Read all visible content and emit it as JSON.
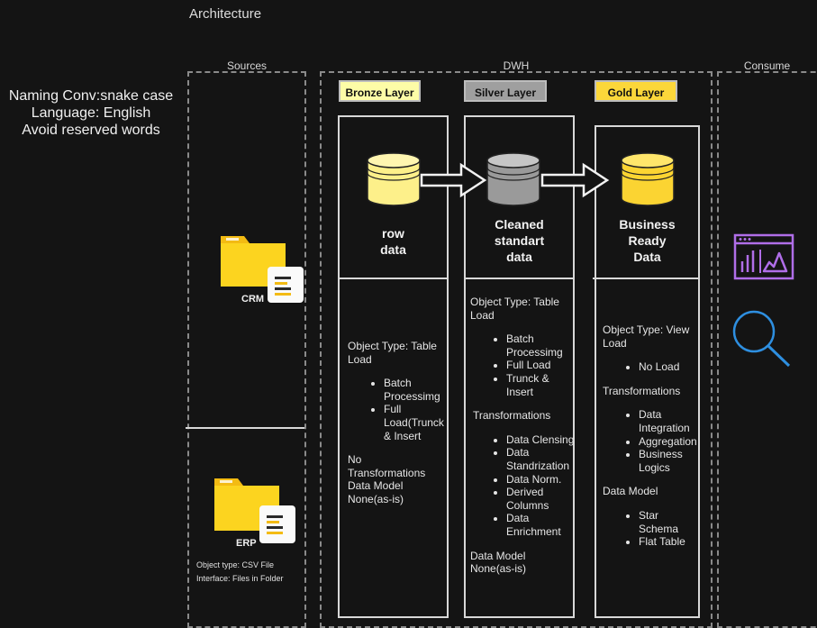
{
  "title": "Architecture",
  "naming": {
    "lines": [
      "Naming Conv:snake case",
      "Language: English",
      "Avoid reserved words"
    ]
  },
  "sections": {
    "sources": "Sources",
    "dwh": "DWH",
    "consume": "Consume"
  },
  "sources": {
    "crm_label": "CRM",
    "erp_label": "ERP",
    "object_type": "Object type: CSV File",
    "interface": "Interface: Files in Folder"
  },
  "layers": {
    "bronze": {
      "badge": "Bronze Layer",
      "color": "#fdfca7",
      "title": [
        "row",
        "data"
      ],
      "object_type": "Object Type: Table",
      "load_label": "Load",
      "load_items": [
        "Batch Processimg",
        "Full Load(Trunck & Insert"
      ],
      "transformations": [
        "No",
        "Transformations"
      ],
      "data_model": [
        "Data Model",
        "None(as-is)"
      ]
    },
    "silver": {
      "badge": "Silver Layer",
      "color": "#9f9f9f",
      "title": [
        "Cleaned",
        "standart",
        "data"
      ],
      "object_type": "Object Type: Table",
      "load_label": "Load",
      "load_items": [
        "Batch Processimg",
        "Full Load",
        "Trunck & Insert"
      ],
      "transformations_label": "Transformations",
      "transformations": [
        "Data Clensing",
        "Data Standrization",
        "Data Norm.",
        "Derived Columns",
        "Data Enrichment"
      ],
      "data_model": [
        "Data Model",
        "None(as-is)"
      ]
    },
    "gold": {
      "badge": "Gold Layer",
      "color": "#fbd73a",
      "title": [
        "Business",
        "Ready",
        "Data"
      ],
      "object_type": "Object Type: View",
      "load_label": "Load",
      "load_items": [
        "No Load"
      ],
      "transformations_label": "Transformations",
      "transformations": [
        "Data Integration",
        "Aggregation",
        "Business Logics"
      ],
      "data_model_label": "Data Model",
      "data_model_items": [
        "Star Schema",
        "Flat Table"
      ]
    }
  },
  "colors": {
    "dashed": "#8a8a8a",
    "consume_icon": "#b06ee8",
    "search_icon": "#2e8fe0"
  }
}
